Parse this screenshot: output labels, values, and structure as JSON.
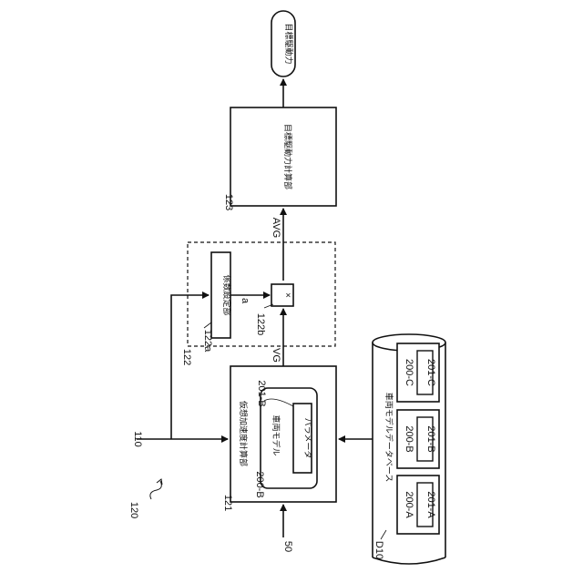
{
  "labels": {
    "output": "目標駆動力",
    "target_calc": "目標駆動力計算部",
    "virtual_accel_calc": "仮想加速度計算部",
    "vehicle_model": "車両モデル",
    "parameter": "パラメータ",
    "coef_setting": "係数設定部",
    "multiply": "×",
    "database": "車両モデルデータベース",
    "sig_avg": "AVG",
    "sig_vg": "VG",
    "sig_a": "a"
  },
  "refs": {
    "r120": "120",
    "r110": "110",
    "r50": "50",
    "r121": "121",
    "r122": "122",
    "r122a": "122a",
    "r122b": "122b",
    "r123": "123",
    "r200b": "200-B",
    "r201b": "201-B",
    "rd10": "D10"
  },
  "db_entries": [
    {
      "id": "200-A",
      "sub": "201-A"
    },
    {
      "id": "200-B",
      "sub": "201-B"
    },
    {
      "id": "200-C",
      "sub": "201-C"
    }
  ]
}
